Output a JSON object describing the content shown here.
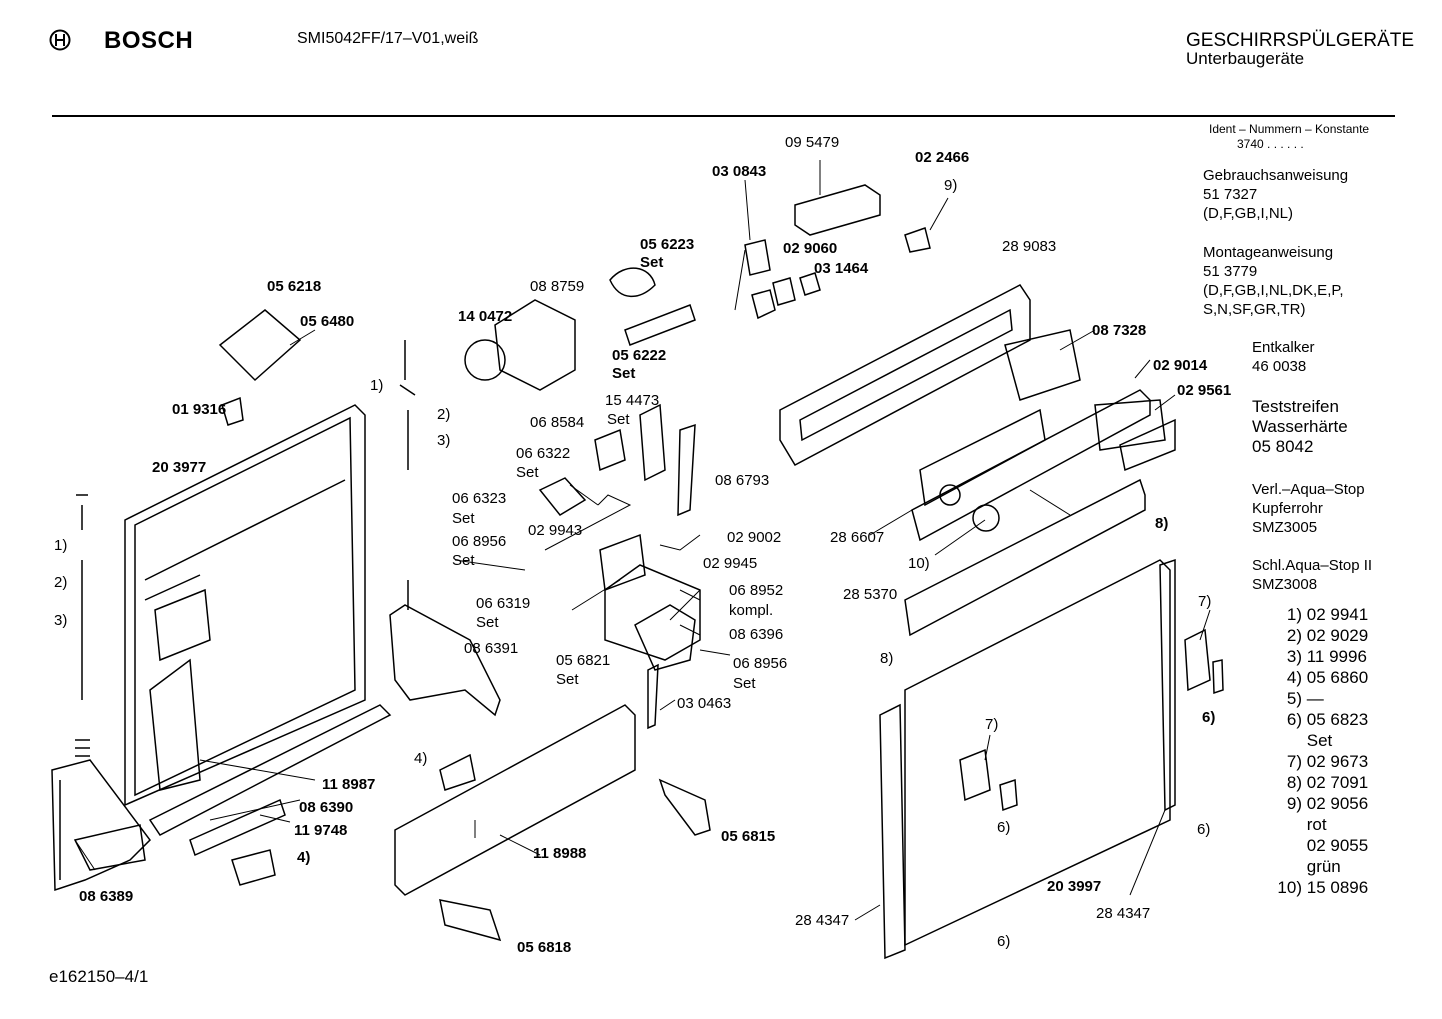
{
  "header": {
    "brand": "BOSCH",
    "model": "SMI5042FF/17–V01,weiß",
    "category": "GESCHIRRSPÜLGERÄTE",
    "subcategory": "Unterbaugeräte"
  },
  "ident": {
    "label": "Ident – Nummern – Konstante",
    "value": "3740 . . . . . ."
  },
  "sidebar": {
    "gebrauchsanweisung": "Gebrauchsanweisung\n51 7327\n(D,F,GB,I,NL)",
    "montageanweisung": "Montageanweisung\n51 3779\n(D,F,GB,I,NL,DK,E,P,\nS,N,SF,GR,TR)",
    "entkalker": "Entkalker\n46 0038",
    "teststreifen": "Teststreifen\nWasserhärte\n05 8042",
    "aqua_stop": "Verl.–Aqua–Stop\nKupferrohr\nSMZ3005",
    "schl_aqua_stop": "Schl.Aqua–Stop II\nSMZ3008"
  },
  "legend": [
    {
      "key": "1)",
      "value": "02 9941"
    },
    {
      "key": "2)",
      "value": "02 9029"
    },
    {
      "key": "3)",
      "value": "11 9996"
    },
    {
      "key": "4)",
      "value": "05 6860"
    },
    {
      "key": "5)",
      "value": "—"
    },
    {
      "key": "6)",
      "value": "05 6823"
    },
    {
      "key": "",
      "value": "Set"
    },
    {
      "key": "7)",
      "value": "02 9673"
    },
    {
      "key": "8)",
      "value": "02 7091"
    },
    {
      "key": "9)",
      "value": "02 9056"
    },
    {
      "key": "",
      "value": "rot"
    },
    {
      "key": "",
      "value": "02 9055"
    },
    {
      "key": "",
      "value": "grün"
    },
    {
      "key": "10)",
      "value": "15 0896"
    }
  ],
  "footer": {
    "code": "e162150–4/1"
  },
  "part_labels": {
    "p095479": "09 5479",
    "p030843": "03 0843",
    "p022466": "02 2466",
    "n9a": "9)",
    "p029060": "02 9060",
    "p031464": "03 1464",
    "p056223": "05 6223",
    "p056223set": "Set",
    "p289083": "28 9083",
    "p088759": "08 8759",
    "p140472": "14 0472",
    "p056222": "05 6222",
    "p056222set": "Set",
    "p056218": "05 6218",
    "p056480": "05 6480",
    "p087328": "08 7328",
    "p029014": "02 9014",
    "p029561": "02 9561",
    "n1a": "1)",
    "p019316": "01 9316",
    "n2a": "2)",
    "n3a": "3)",
    "p154473": "15 4473",
    "p154473set": "Set",
    "p068584": "06 8584",
    "p066322": "06 6322",
    "p066322set": "Set",
    "p203977a": "20 3977",
    "p066323": "06 6323",
    "p066323set": "Set",
    "p086793": "08 6793",
    "p068956a": "06 8956",
    "p068956aset": "Set",
    "p029943": "02 9943",
    "p029002": "02 9002",
    "p029945": "02 9945",
    "p286607": "28 6607",
    "n8a": "8)",
    "n10": "10)",
    "n1b": "1)",
    "n2b": "2)",
    "n3b": "3)",
    "p066319": "06 6319",
    "p066319set": "Set",
    "p068952": "06 8952",
    "p068952k": "kompl.",
    "p285370": "28 5370",
    "p086396": "08 6396",
    "p086391": "08 6391",
    "p056821": "05 6821",
    "p056821set": "Set",
    "p068956b": "06 8956",
    "p068956bset": "Set",
    "n7a": "7)",
    "n8b": "8)",
    "n6a": "6)",
    "p030463": "03 0463",
    "n4a": "4)",
    "n7b": "7)",
    "p118987": "11 8987",
    "p086390": "08 6390",
    "p119748": "11 9748",
    "n6b": "6)",
    "n6c": "6)",
    "p056815": "05 6815",
    "n4b": "4)",
    "p118988": "11 8988",
    "p203997": "20 3997",
    "p284347b": "28 4347",
    "p086389": "08 6389",
    "p284347a": "28 4347",
    "n6d": "6)",
    "p056818": "05 6818"
  }
}
